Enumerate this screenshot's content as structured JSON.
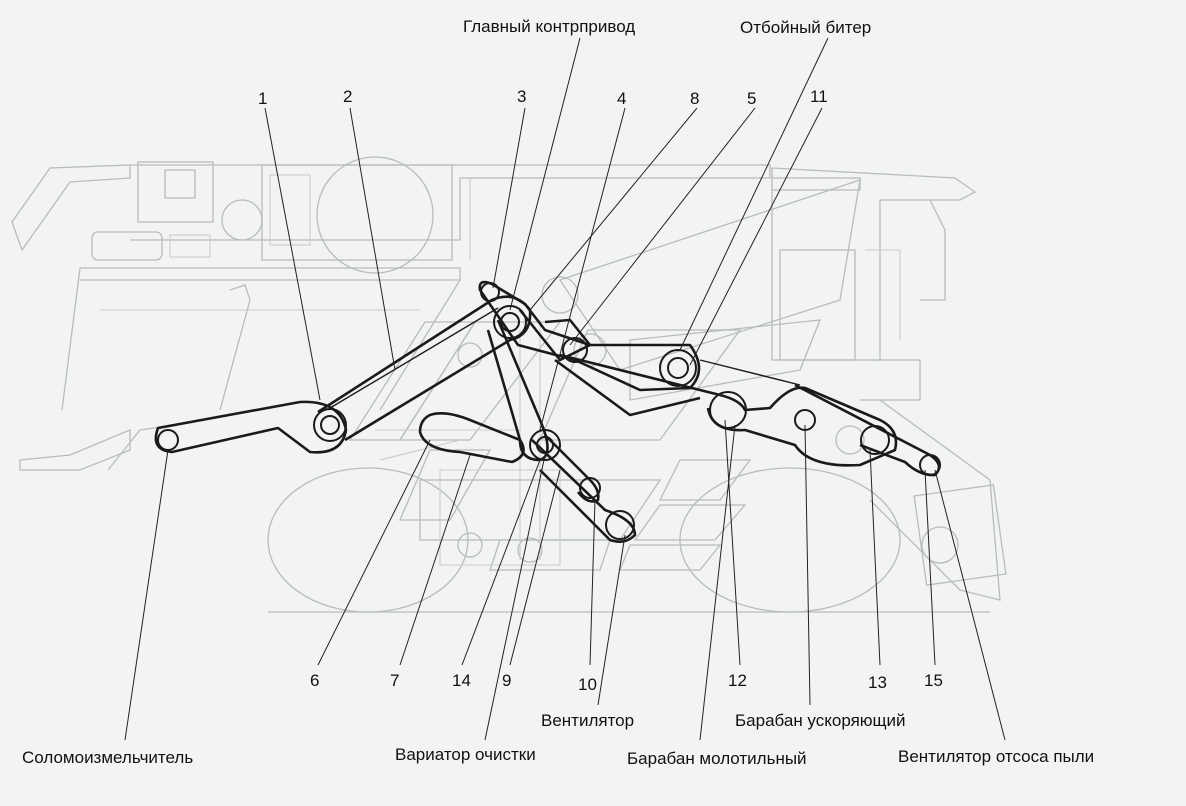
{
  "numbers": [
    "1",
    "2",
    "3",
    "4",
    "8",
    "5",
    "11",
    "6",
    "7",
    "14",
    "9",
    "10",
    "12",
    "13",
    "15"
  ],
  "labels": {
    "main_countershaft": "Главный контрпривод",
    "beater": "Отбойный битер",
    "straw_chopper": "Соломоизмельчитель",
    "fan": "Вентилятор",
    "cleaning_variator": "Вариатор очистки",
    "threshing_drum": "Барабан молотильный",
    "accelerating_drum": "Барабан ускоряющий",
    "dust_fan": "Вентилятор отсоса пыли"
  }
}
